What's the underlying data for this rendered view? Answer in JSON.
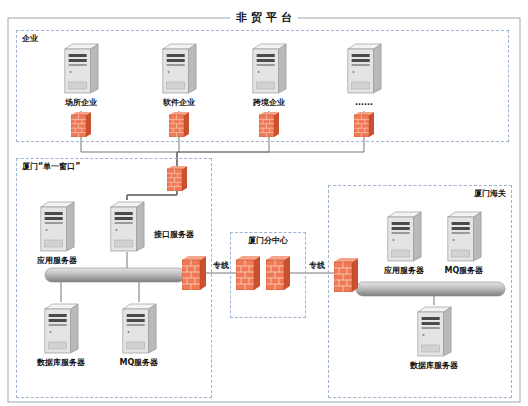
{
  "diagram": {
    "title": "非 贸 平 台",
    "nodes": [
      {
        "text": [
          "企业"
        ]
      },
      {
        "text": [
          "场所企业"
        ],
        "in": 0
      },
      {
        "text": [
          "软件企业"
        ],
        "in": 0
      },
      {
        "text": [
          "跨境企业"
        ],
        "in": 0
      },
      {
        "text": [
          "......"
        ],
        "in": 0
      },
      {
        "text": [
          "厦门“单一窗口”"
        ]
      },
      {
        "text": [
          "应用服务器"
        ],
        "in": 5
      },
      {
        "text": [
          "接口服务器"
        ],
        "in": 5
      },
      {
        "text": [
          "数据库服务器"
        ],
        "in": 5
      },
      {
        "text": [
          "MQ服务器"
        ],
        "in": 5
      },
      {
        "text": [
          "厦门分中心"
        ]
      },
      {
        "text": [
          "厦门海关"
        ]
      },
      {
        "text": [
          "应用服务器"
        ],
        "in": 11
      },
      {
        "text": [
          "MQ服务器"
        ],
        "in": 11
      },
      {
        "text": [
          "数据库服务器"
        ],
        "in": 11
      }
    ],
    "edges": [
      {
        "from": 1,
        "to": 7,
        "arrow": "none"
      },
      {
        "from": 2,
        "to": 7,
        "arrow": "none"
      },
      {
        "from": 3,
        "to": 7,
        "arrow": "none"
      },
      {
        "from": 4,
        "to": 7,
        "arrow": "none"
      }
    ],
    "labels": [
      "专线",
      "专线"
    ]
  }
}
